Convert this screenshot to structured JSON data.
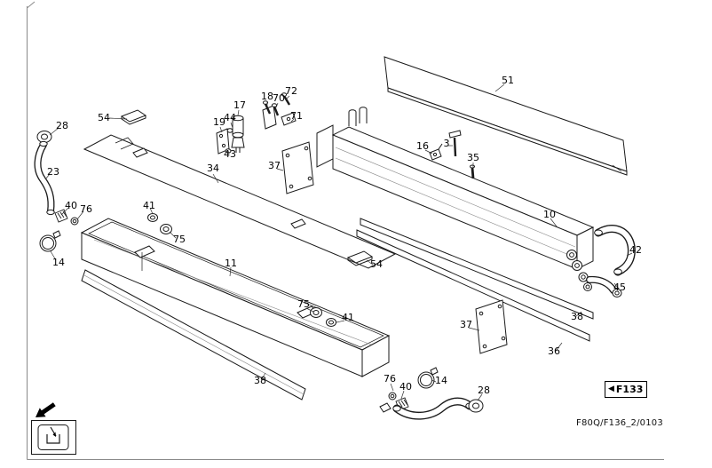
{
  "figure_ref": {
    "icon": "◀",
    "label": "F133"
  },
  "footer": {
    "code": "F80Q/F136_2/0103"
  },
  "callouts": [
    {
      "label": "54"
    },
    {
      "label": "28"
    },
    {
      "label": "23"
    },
    {
      "label": "40"
    },
    {
      "label": "76"
    },
    {
      "label": "14"
    },
    {
      "label": "41"
    },
    {
      "label": "75"
    },
    {
      "label": "34"
    },
    {
      "label": "19"
    },
    {
      "label": "44"
    },
    {
      "label": "17"
    },
    {
      "label": "43"
    },
    {
      "label": "18"
    },
    {
      "label": "70"
    },
    {
      "label": "72"
    },
    {
      "label": "71"
    },
    {
      "label": "37"
    },
    {
      "label": "16"
    },
    {
      "label": "3"
    },
    {
      "label": "35"
    },
    {
      "label": "51"
    },
    {
      "label": "10"
    },
    {
      "label": "42"
    },
    {
      "label": "45"
    },
    {
      "label": "38"
    },
    {
      "label": "36"
    },
    {
      "label": "37"
    },
    {
      "label": "54"
    },
    {
      "label": "11"
    },
    {
      "label": "75"
    },
    {
      "label": "41"
    },
    {
      "label": "38"
    },
    {
      "label": "76"
    },
    {
      "label": "40"
    },
    {
      "label": "14"
    },
    {
      "label": "28"
    }
  ]
}
